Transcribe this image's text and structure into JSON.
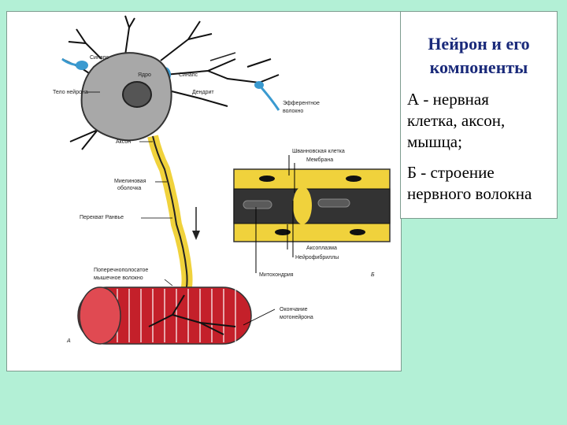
{
  "panel": {
    "title_line1": "Нейрон и его",
    "title_line2": "компоненты",
    "para_a": [
      "А - нервная",
      "клетка, аксон,",
      "мышца;"
    ],
    "para_b": [
      "Б - строение",
      "нервного волокна"
    ]
  },
  "labels": {
    "synapse_top": "Синапс",
    "nucleus": "Ядро",
    "synapse_right": "Синапс",
    "cell_body": "Тело нейрона",
    "dendrite": "Дендрит",
    "efferent_1": "Эфферентное",
    "efferent_2": "волокно",
    "axon": "Аксон",
    "myelin_1": "Миелиновая",
    "myelin_2": "оболочка",
    "ranvier": "Перехват Ранвье",
    "muscle_1": "Поперечнополосатое",
    "muscle_2": "мышечное волокно",
    "schwann": "Шванновская клетка",
    "membrane": "Мембрана",
    "axoplasm": "Аксоплазма",
    "neurofibrils": "Нейрофибриллы",
    "mitochondria": "Митохондрия",
    "letter_b": "Б",
    "ending_1": "Окончание",
    "ending_2": "мотонейрона",
    "letter_a": "А"
  },
  "colors": {
    "background": "#b3f0d6",
    "title": "#1a2a7a",
    "cell_body": "#a8a8a8",
    "myelin": "#f0d23c",
    "muscle": "#c4202a",
    "synapse": "#3a9ad0"
  }
}
